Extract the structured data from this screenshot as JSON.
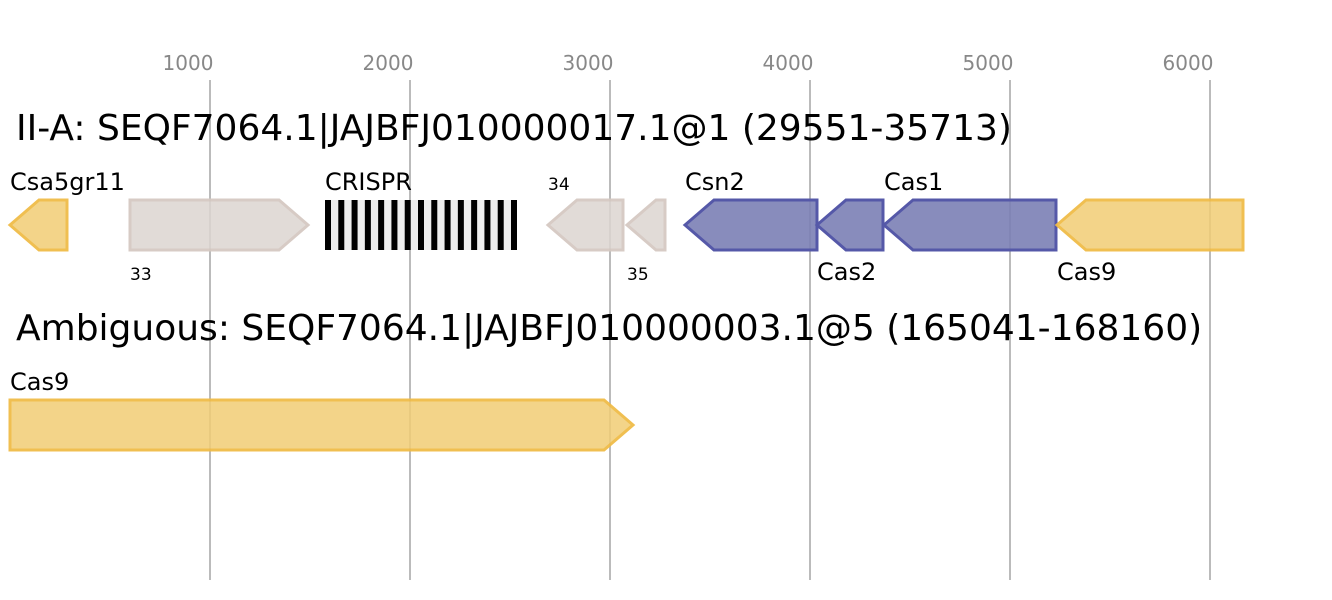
{
  "axis": {
    "ticks": [
      1000,
      2000,
      3000,
      4000,
      5000,
      6000
    ],
    "tick_labels": [
      "1000",
      "2000",
      "3000",
      "4000",
      "5000",
      "6000"
    ]
  },
  "colors": {
    "yellow_fill": "#f2cd75",
    "yellow_stroke": "#f0bc48",
    "grey_fill": "#ddd5d0",
    "grey_stroke": "#d5c9c2",
    "blue_fill": "#7b7fb5",
    "blue_stroke": "#5558a8"
  },
  "tracks": [
    {
      "title": "II-A: SEQF7064.1|JAJBFJ010000017.1@1 (29551-35713)",
      "genes": [
        {
          "label": "Csa5gr11",
          "start": 0,
          "end": 285,
          "strand": "-",
          "color": "yellow",
          "label_pos": "top",
          "small": false
        },
        {
          "label": "33",
          "start": 600,
          "end": 1490,
          "strand": "+",
          "color": "grey",
          "label_pos": "bottom",
          "small": true
        },
        {
          "label": "34",
          "start": 2690,
          "end": 3065,
          "strand": "-",
          "color": "grey",
          "label_pos": "top",
          "small": true
        },
        {
          "label": "35",
          "start": 3085,
          "end": 3275,
          "strand": "-",
          "color": "grey",
          "label_pos": "bottom",
          "small": true
        },
        {
          "label": "Csn2",
          "start": 3375,
          "end": 4035,
          "strand": "-",
          "color": "blue",
          "label_pos": "top",
          "small": false
        },
        {
          "label": "Cas2",
          "start": 4035,
          "end": 4365,
          "strand": "-",
          "color": "blue",
          "label_pos": "bottom",
          "small": false
        },
        {
          "label": "Cas1",
          "start": 4370,
          "end": 5230,
          "strand": "-",
          "color": "blue",
          "label_pos": "top",
          "small": false
        },
        {
          "label": "Cas9",
          "start": 5235,
          "end": 6165,
          "strand": "-",
          "color": "yellow",
          "label_pos": "bottom",
          "small": false
        }
      ],
      "crispr": {
        "label": "CRISPR",
        "start": 1575,
        "end": 2535,
        "repeats": 15
      }
    },
    {
      "title": "Ambiguous: SEQF7064.1|JAJBFJ010000003.1@5 (165041-168160)",
      "genes": [
        {
          "label": "Cas9",
          "start": 0,
          "end": 3115,
          "strand": "+",
          "color": "yellow",
          "label_pos": "top",
          "small": false
        }
      ]
    }
  ]
}
